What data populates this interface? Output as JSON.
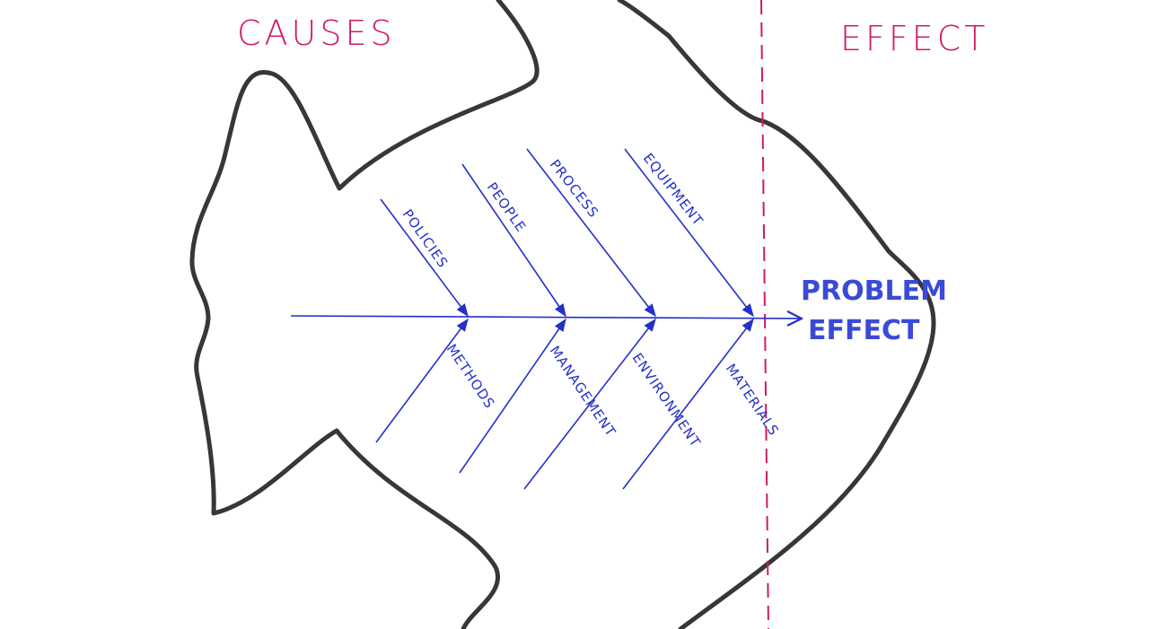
{
  "headings": {
    "causes": "CAUSES",
    "effect": "EFFECT"
  },
  "problem": {
    "line1": "PROBLEM",
    "line2": "EFFECT"
  },
  "causes_top": [
    "POLICIES",
    "PEOPLE",
    "PROCESS",
    "EQUIPMENT"
  ],
  "causes_bottom": [
    "METHODS",
    "MANAGEMENT",
    "ENVIRONMENT",
    "MATERIALS"
  ],
  "colors": {
    "heading": "#d01a68",
    "ink_blue": "#2430c8",
    "outline": "#3a3537",
    "divider": "#d01a68"
  }
}
